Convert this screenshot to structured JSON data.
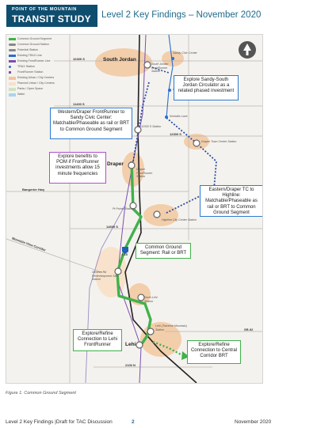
{
  "header": {
    "logo_line1": "POINT OF THE MOUNTAIN",
    "logo_line2": "TRANSIT STUDY",
    "title": "Level 2 Key Findings – November 2020"
  },
  "legend": [
    {
      "label": "Common Ground Segment",
      "color": "#3fb24a"
    },
    {
      "label": "Common Ground Station",
      "color": "#888888"
    },
    {
      "label": "Potential Station",
      "color": "#888888"
    },
    {
      "label": "Existing TRAX Line",
      "color": "#2a6ed1"
    },
    {
      "label": "Existing FrontRunner Line",
      "color": "#7a4fb0"
    },
    {
      "label": "TRAX Station",
      "color": "#2a6ed1"
    },
    {
      "label": "FrontRunner Station",
      "color": "#7a4fb0"
    },
    {
      "label": "Existing Urban / City Centers",
      "color": "#f3c49a"
    },
    {
      "label": "Planned Urban / City Centers",
      "color": "#f8e0c8"
    },
    {
      "label": "Parks / Open Space",
      "color": "#cfe3c2"
    },
    {
      "label": "Water",
      "color": "#a9d4ee"
    }
  ],
  "map": {
    "places": {
      "south_jordan": "South Jordan",
      "draper": "Draper",
      "lehi": "Lehi"
    },
    "roads": {
      "r1": "10400 S",
      "r2": "11400 S",
      "r3": "12300 S",
      "r4": "Bangerter Hwy",
      "r5": "14600 S",
      "r6": "Mountain View Corridor",
      "r7": "I-15",
      "r8": "SR-92",
      "r9": "2100 N"
    },
    "stations": {
      "s1": "South Jordan FrontRunner Station",
      "s2": "Sandy Civic Center",
      "s3": "Crescent View",
      "s4": "Kimballs Lane",
      "s5": "11000 S Station",
      "s6": "Draper Town Center Station",
      "s7": "Draper FrontRunner Station",
      "s8": "Pt Pointe Station",
      "s9": "Highline City Center Station",
      "s10": "Geneva Rd Redevelopment Site Station",
      "s11": "North Lehi Station",
      "s12": "Lehi (Traverse Mountain) Station",
      "s13": "Lehi Station"
    },
    "callouts": {
      "c1": "Explore Sandy-South Jordan Circulator as a related phased investment",
      "c2": "Western/Draper FrontRunner to Sandy Civic Center: Matchable/Phaseable as rail or BRT to Common Ground Segment",
      "c3": "Explore benefits to POM if FrontRunner investments allow 15 minute frequencies",
      "c4": "Eastern/Draper TC to Highline: Matchable/Phaseable as rail or BRT to Common Ground Segment",
      "c5": "Common Ground Segment: Rail or BRT",
      "c6": "Explore/Refine Connection to Lehi FrontRunner",
      "c7": "Explore/Refine Connection to Central Corridor BRT"
    }
  },
  "caption": "Figure 1. Common Ground Segment",
  "footer": {
    "left": "Level 2 Key Findings |Draft for TAC Discussion",
    "page": "2",
    "right": "November 2020"
  }
}
